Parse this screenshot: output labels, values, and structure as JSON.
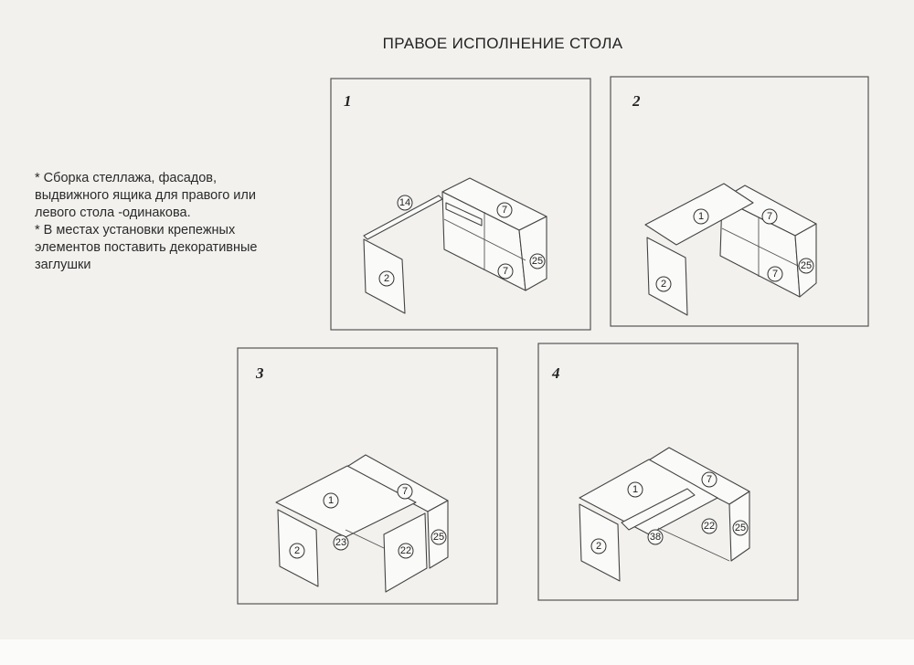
{
  "title": "ПРАВОЕ ИСПОЛНЕНИЕ СТОЛА",
  "notes": [
    "* Сборка стеллажа, фасадов,",
    "выдвижного ящика для правого или",
    "левого стола  -одинакова.",
    "* В местах установки крепежных",
    "элементов поставить декоративные",
    "заглушки"
  ],
  "steps": [
    {
      "number": "1",
      "parts": [
        "14",
        "7",
        "25",
        "7",
        "2"
      ]
    },
    {
      "number": "2",
      "parts": [
        "1",
        "7",
        "25",
        "7",
        "2"
      ]
    },
    {
      "number": "3",
      "parts": [
        "1",
        "7",
        "25",
        "22",
        "2",
        "23"
      ]
    },
    {
      "number": "4",
      "parts": [
        "1",
        "7",
        "22",
        "25",
        "38",
        "2"
      ]
    }
  ]
}
